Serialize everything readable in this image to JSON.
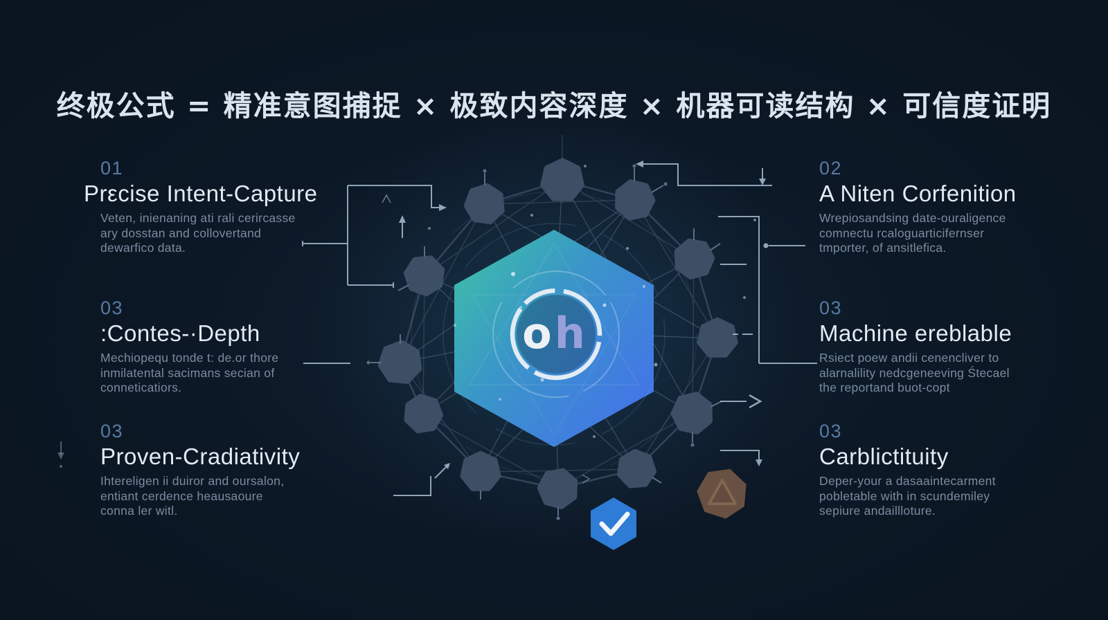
{
  "header": {
    "title": "终极公式 = 精准意图捕捉 × 极致内容深度 × 机器可读结构 × 可信度证明"
  },
  "diagram": {
    "logo": {
      "o": "o",
      "h": "h"
    }
  },
  "sections": [
    {
      "id": "left-top",
      "number": "01",
      "title": "Prεcise Intent-Capture",
      "body": [
        "Veten, inienaning ati rali cerircasse",
        "ary dosstan and collovertand",
        "dewarfico data."
      ]
    },
    {
      "id": "right-top",
      "number": "02",
      "title": "A Niten Corfenition",
      "body": [
        "Wrepiosandsing date-ouraligence",
        "comnectu rcaloguarticifernser",
        "tmporter, of ansitlefica."
      ]
    },
    {
      "id": "left-middle",
      "number": "03",
      "title": ":Contes-·Depth",
      "body": [
        "Mechiopequ tonde t: de.or thore",
        "inmilatental sacimans secian of",
        "conneticatiors."
      ]
    },
    {
      "id": "right-middle",
      "number": "03",
      "title": "Machine ereblable",
      "body": [
        "Rsiect poew andii cenencliver to",
        "alarnalility nedcgeneeving Śtecael",
        "the reportand buot-copt"
      ]
    },
    {
      "id": "left-bottom",
      "number": "03",
      "title": "Proven-Cradiativity",
      "body": [
        "Ihtereligen ii duiror and oursalon,",
        "entiant cerdence heausaoure",
        "conna ler witl."
      ]
    },
    {
      "id": "right-bottom",
      "number": "03",
      "title": "Carblictituity",
      "body": [
        "Deper-your a dasaaintecarment",
        "pobletable with in scundemiley",
        "sepiure andaillloture."
      ]
    }
  ],
  "colors": {
    "background": "#0c1826",
    "accent_teal": "#3dc4a4",
    "accent_blue": "#4472ea",
    "node_fill": "#3d4f65",
    "check_blue": "#2e7cd6",
    "badge_brown": "#6b5443",
    "number_text": "#587aa2",
    "title_text": "#e3eaf2",
    "body_text": "#7b8ca0",
    "circuit_line": "#a9bed2",
    "logo_h": "#98a0da"
  }
}
